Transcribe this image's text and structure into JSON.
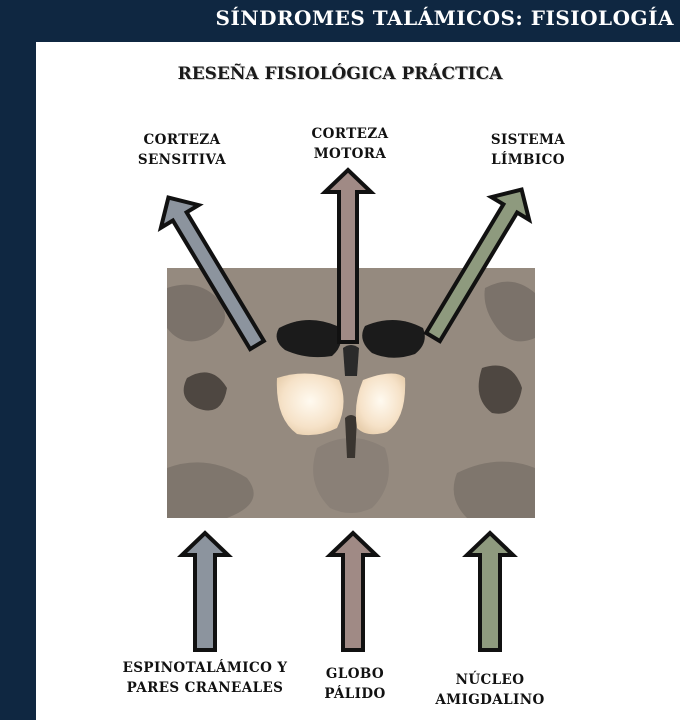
{
  "header": {
    "title": "SÍNDROMES TALÁMICOS: FISIOLOGÍA"
  },
  "subtitle": "RESEÑA FISIOLÓGICA PRÁCTICA",
  "top_labels": [
    {
      "line1": "CORTEZA",
      "line2": "SENSITIVA"
    },
    {
      "line1": "CORTEZA",
      "line2": "MOTORA"
    },
    {
      "line1": "SISTEMA",
      "line2": "LÍMBICO"
    }
  ],
  "bottom_labels": [
    {
      "line1": "ESPINOTALÁMICO Y",
      "line2": "PARES CRANEALES"
    },
    {
      "line1": "GLOBO",
      "line2": "PÁLIDO"
    },
    {
      "line1": "NÚCLEO",
      "line2": "AMIGDALINO"
    }
  ],
  "colors": {
    "header_bg": "#0f2741",
    "sensory_arrow": "#8c949e",
    "motor_arrow": "#a08a85",
    "limbic_arrow": "#8e9a7e",
    "thalamus": "#f6e2c8"
  }
}
